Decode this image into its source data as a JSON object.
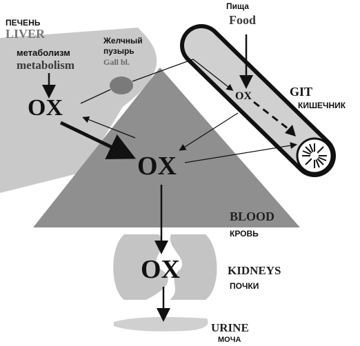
{
  "liver": {
    "label_ru": "ПЕЧЕНЬ",
    "label_en": "LIVER",
    "metabolism_ru": "метаболизм",
    "metabolism_en": "metabolism",
    "node": "OX"
  },
  "gallbladder": {
    "label_ru_1": "Желчный",
    "label_ru_2": "пузырь",
    "label_en": "Gall bl."
  },
  "food": {
    "label_ru": "Пища",
    "label_en": "Food"
  },
  "git": {
    "label_en": "GIT",
    "label_ru": "КИШЕЧНИК",
    "node": "OX"
  },
  "blood": {
    "label_en": "BLOOD",
    "label_ru": "КРОВЬ",
    "node": "OX"
  },
  "kidneys": {
    "label_en": "KIDNEYS",
    "label_ru": "ПОЧКИ",
    "node": "OX"
  },
  "urine": {
    "label_en": "URINE",
    "label_ru": "МОЧА"
  },
  "colors": {
    "liver": "#c9c9c9",
    "blood": "#8f8f8f",
    "kidney": "#c4c4c4",
    "gallbladder": "#7a7a7a",
    "arrow": "#111111",
    "intestine": "#d0d0d0"
  }
}
